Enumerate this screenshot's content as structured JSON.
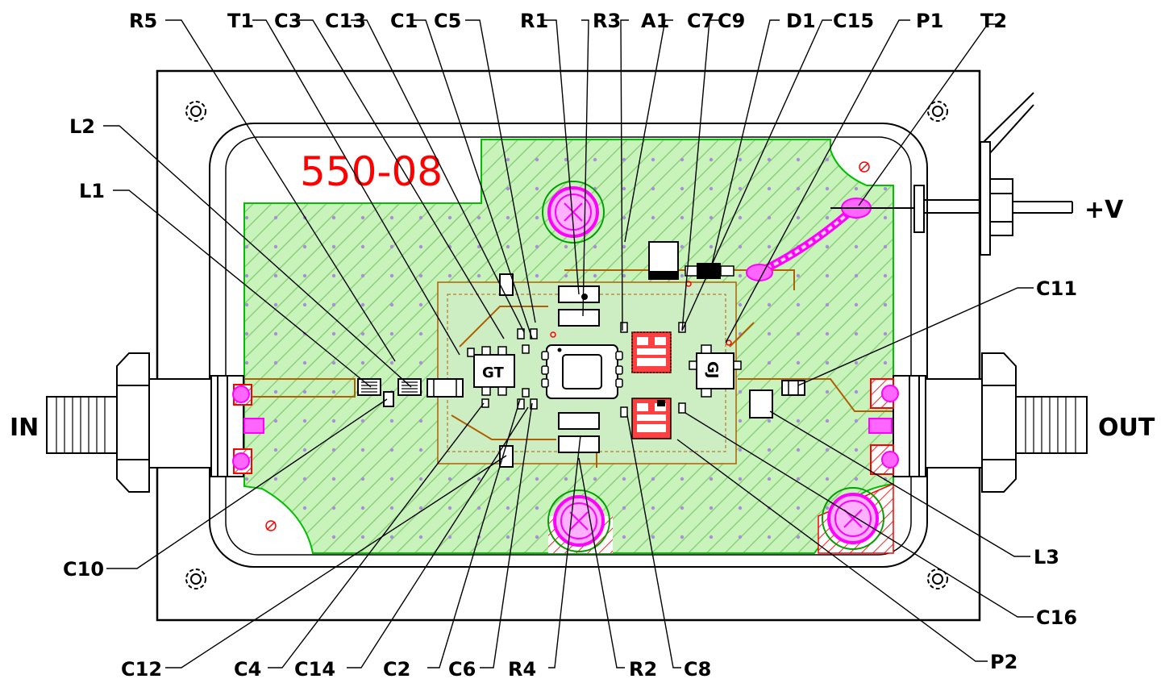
{
  "board": {
    "part_number": "550-08",
    "input_label": "IN",
    "output_label": "OUT",
    "supply_label": "+V",
    "chip_left_marking": "GT",
    "chip_right_marking": "GJ"
  },
  "callouts_top": [
    "R5",
    "T1",
    "C3",
    "C13",
    "C1",
    "C5",
    "R1",
    "R3",
    "A1",
    "C7",
    "C9",
    "D1",
    "C15",
    "P1",
    "T2"
  ],
  "callouts_left": [
    "L2",
    "L1"
  ],
  "callouts_right": [
    "C11",
    "L3",
    "C16",
    "P2"
  ],
  "callouts_bottom": [
    "C10",
    "C12",
    "C4",
    "C14",
    "C2",
    "C6",
    "R4",
    "R2",
    "C8"
  ],
  "colors": {
    "board_fill": "#bff0b0",
    "board_edge": "#00c000",
    "trace": "#b06000",
    "marker": "#ff0000",
    "pad_magenta": "#ff00ff",
    "outline": "#000000"
  }
}
